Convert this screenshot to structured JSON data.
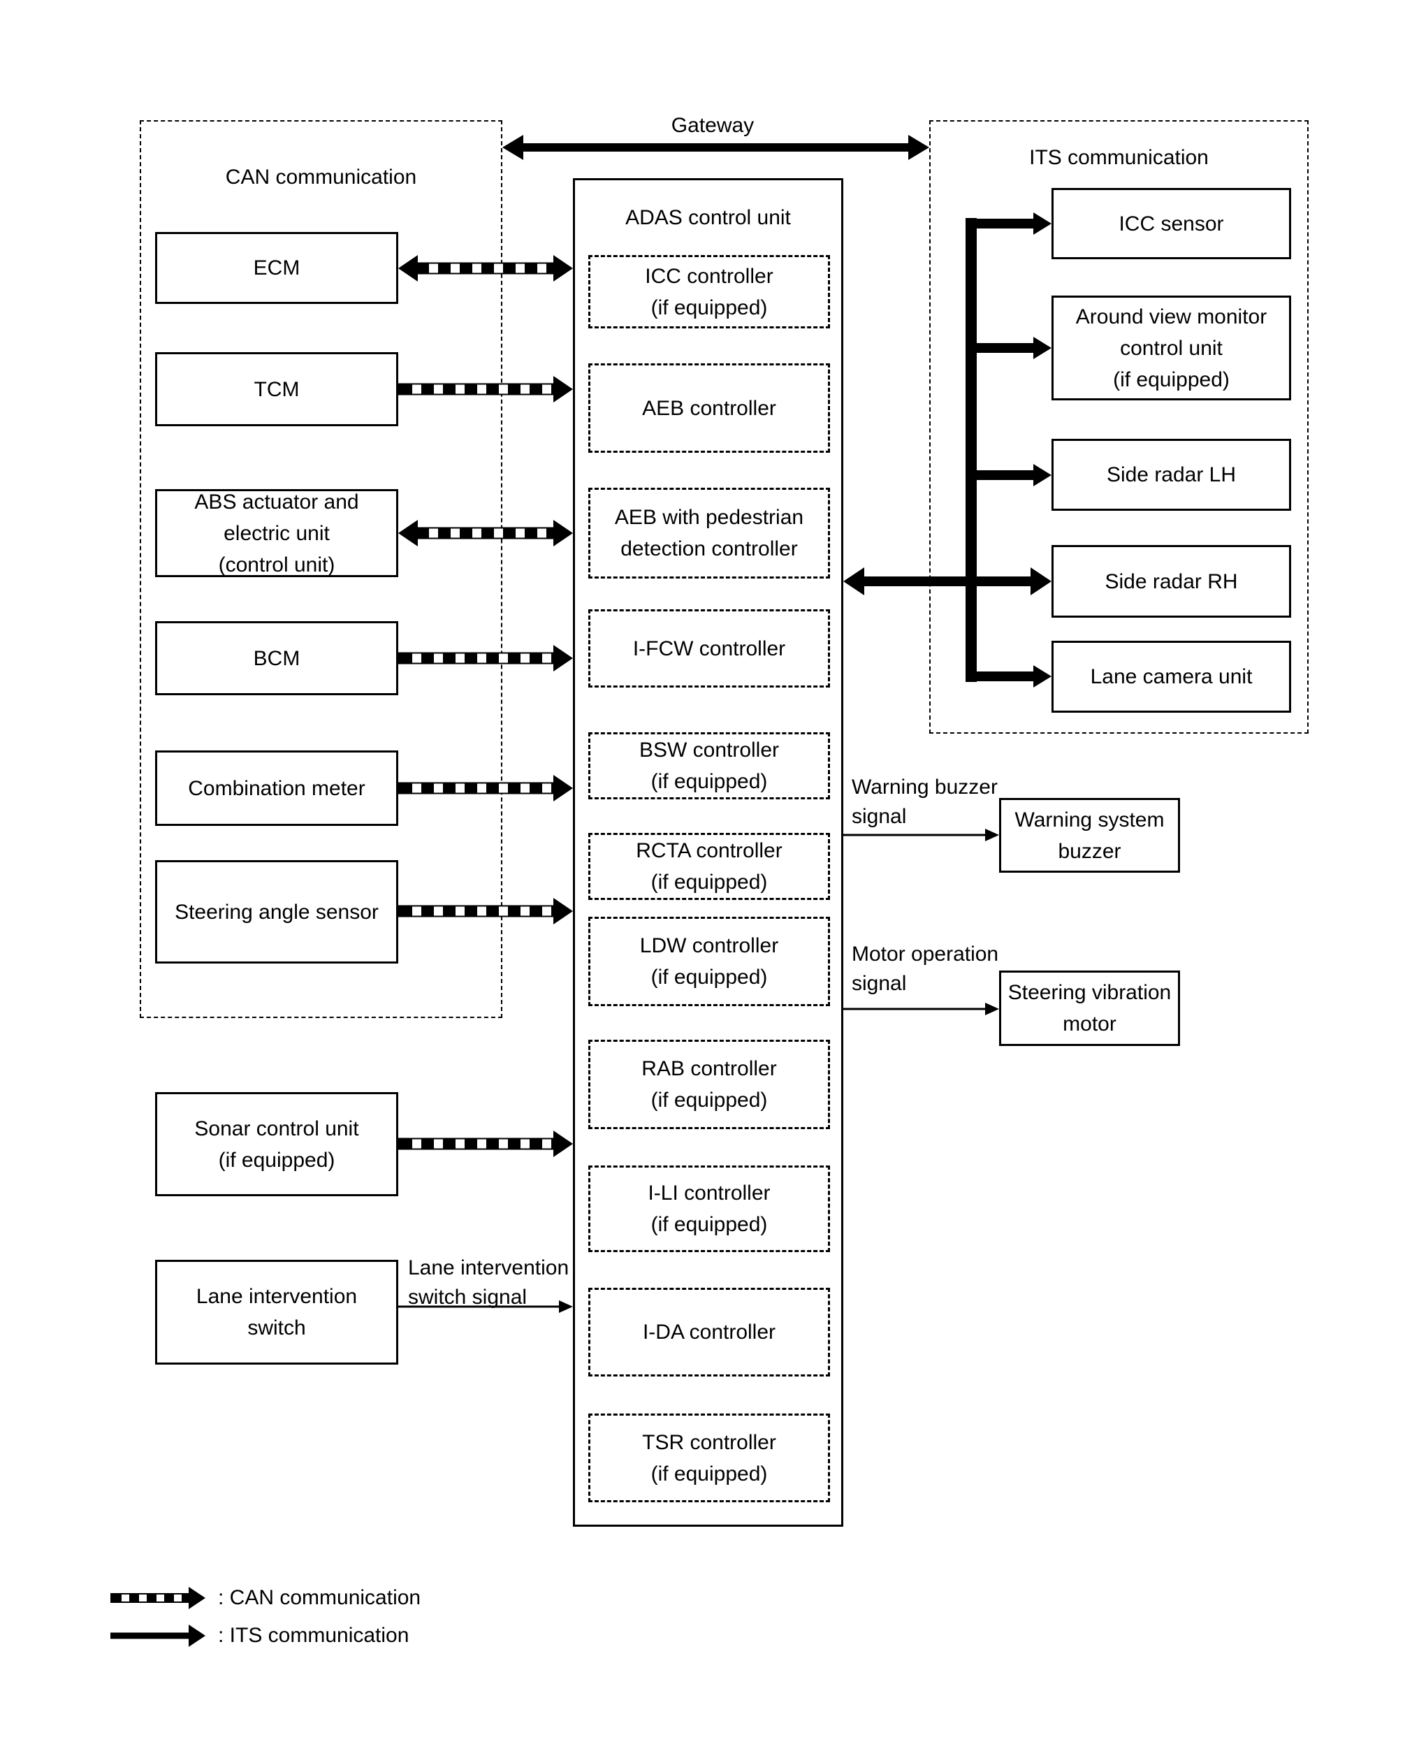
{
  "colors": {
    "ink": "#000000",
    "paper": "#ffffff"
  },
  "gateway": {
    "label": "Gateway"
  },
  "can": {
    "title": "CAN communication",
    "nodes": {
      "ecm": "ECM",
      "tcm": "TCM",
      "abs": "ABS actuator and\nelectric unit\n(control unit)",
      "bcm": "BCM",
      "meter": "Combination meter",
      "steering": "Steering angle sensor"
    }
  },
  "external": {
    "sonar": "Sonar control unit\n(if equipped)",
    "lane_switch": "Lane intervention\nswitch"
  },
  "adas": {
    "title": "ADAS control unit",
    "controllers": {
      "icc": "ICC controller\n(if equipped)",
      "aeb": "AEB controller",
      "aeb_ped": "AEB with pedestrian\ndetection controller",
      "ifcw": "I-FCW controller",
      "bsw": "BSW controller\n(if equipped)",
      "rcta": "RCTA controller\n(if equipped)",
      "ldw": "LDW controller\n(if equipped)",
      "rab": "RAB controller\n(if equipped)",
      "ili": "I-LI controller\n(if equipped)",
      "ida": "I-DA controller",
      "tsr": "TSR controller\n(if equipped)"
    }
  },
  "its": {
    "title": "ITS communication",
    "nodes": {
      "icc_sensor": "ICC sensor",
      "around_view": "Around view monitor\ncontrol unit\n(if equipped)",
      "side_radar_lh": "Side radar LH",
      "side_radar_rh": "Side radar RH",
      "lane_camera": "Lane camera unit"
    }
  },
  "signals": {
    "warning_buzzer": "Warning buzzer\nsignal",
    "motor_operation": "Motor operation\nsignal",
    "lane_intervention": "Lane intervention\nswitch signal"
  },
  "outputs": {
    "warning_system_buzzer": "Warning system\nbuzzer",
    "steering_vibration_motor": "Steering vibration\nmotor"
  },
  "legend": {
    "can_label": ": CAN communication",
    "its_label": ": ITS communication"
  }
}
